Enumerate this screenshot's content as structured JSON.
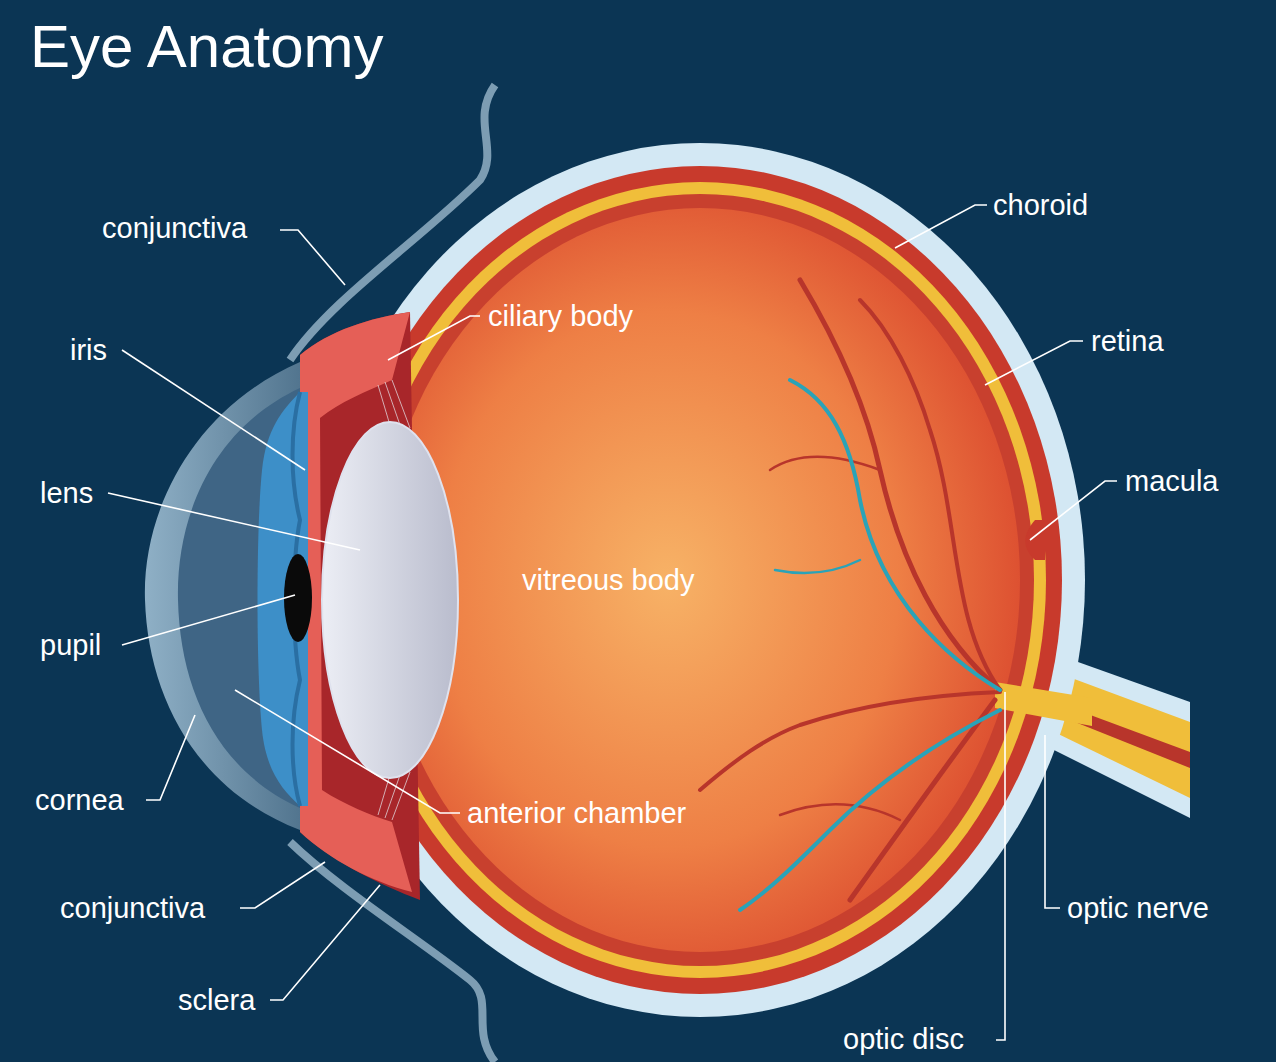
{
  "diagram": {
    "title": "Eye Anatomy",
    "labels": [
      "conjunctiva",
      "iris",
      "lens",
      "pupil",
      "cornea",
      "conjunctiva",
      "sclera",
      "ciliary body",
      "anterior chamber",
      "vitreous body",
      "choroid",
      "retina",
      "macula",
      "optic nerve",
      "optic disc"
    ]
  }
}
